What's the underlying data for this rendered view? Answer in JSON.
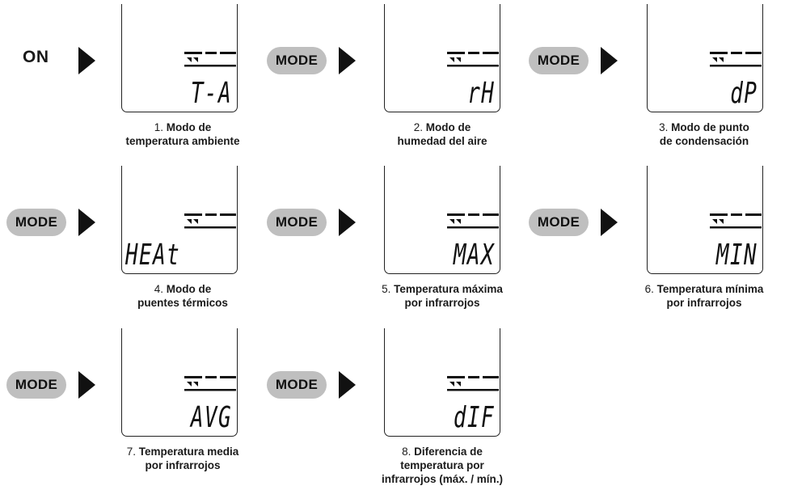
{
  "start_label": "ON",
  "mode_label": "MODE",
  "screens": [
    {
      "number": "1.",
      "line1": "Modo de",
      "line2": "temperatura ambiente",
      "line3": "",
      "display": "T-A"
    },
    {
      "number": "2.",
      "line1": "Modo de",
      "line2": "humedad del aire",
      "line3": "",
      "display": "rH"
    },
    {
      "number": "3.",
      "line1": "Modo de punto",
      "line2": "de condensación",
      "line3": "",
      "display": "dP"
    },
    {
      "number": "4.",
      "line1": "Modo de",
      "line2": "puentes térmicos",
      "line3": "",
      "display": "HEAt"
    },
    {
      "number": "5.",
      "line1": "Temperatura máxima",
      "line2": "por infrarrojos",
      "line3": "",
      "display": "MAX"
    },
    {
      "number": "6.",
      "line1": "Temperatura mínima",
      "line2": "por infrarrojos",
      "line3": "",
      "display": "MIN"
    },
    {
      "number": "7.",
      "line1": "Temperatura media",
      "line2": "por infrarrojos",
      "line3": "",
      "display": "AVG"
    },
    {
      "number": "8.",
      "line1": "Diferencia de",
      "line2": "temperatura por",
      "line3": "infrarrojos (máx. / mín.)",
      "display": "dIF"
    }
  ]
}
